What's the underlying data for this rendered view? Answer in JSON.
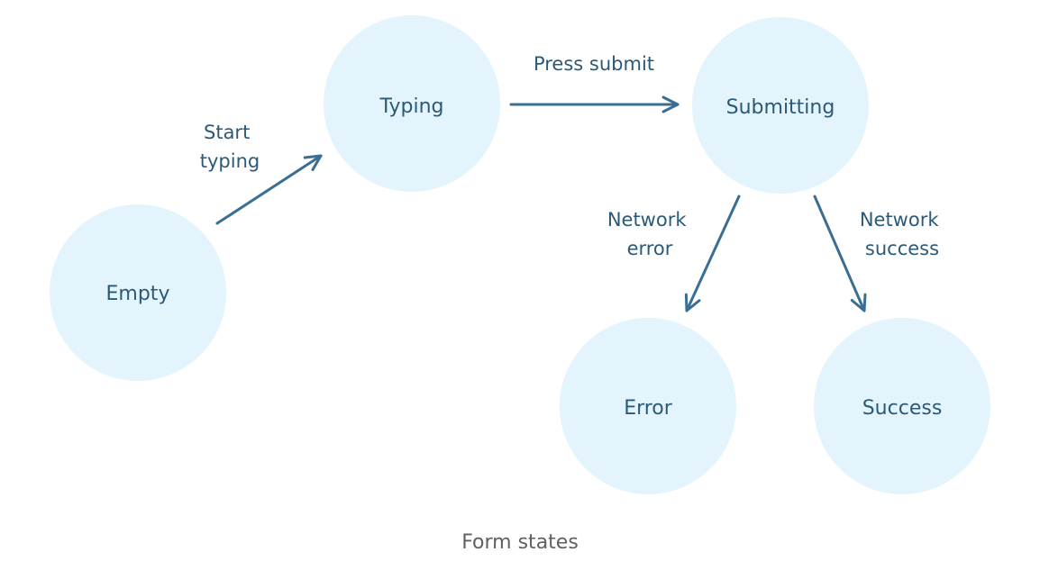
{
  "colors": {
    "node_fill": "#e3f4fd",
    "arrow": "#3a6e93",
    "label": "#2b5a79",
    "caption": "#5e6063"
  },
  "states": {
    "empty": "Empty",
    "typing": "Typing",
    "submitting": "Submitting",
    "error": "Error",
    "success": "Success"
  },
  "transitions": {
    "start_typing": [
      "Start",
      "typing"
    ],
    "press_submit": "Press submit",
    "network_error": [
      "Network",
      "error"
    ],
    "network_success": [
      "Network",
      "success"
    ]
  },
  "caption": "Form states"
}
